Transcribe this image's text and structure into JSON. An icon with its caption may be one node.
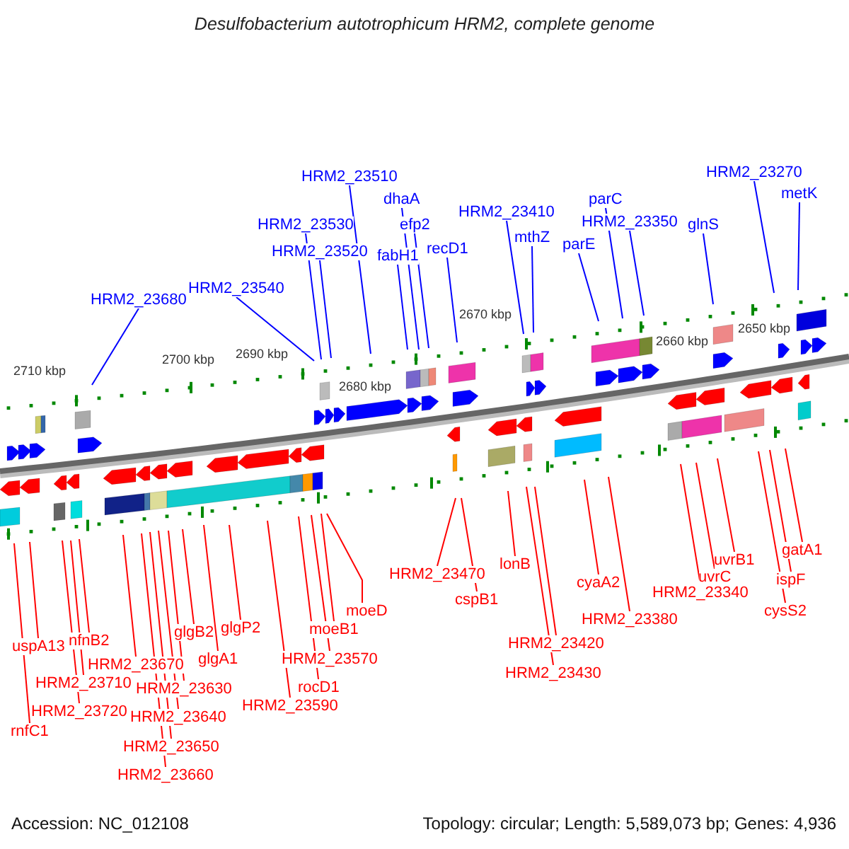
{
  "diagram": {
    "title": "Desulfobacterium autotrophicum HRM2, complete genome",
    "nodes": [
      {
        "text": [
          "HRM2_23680"
        ]
      },
      {
        "text": [
          "HRM2_23540"
        ]
      },
      {
        "text": [
          "HRM2_23530"
        ]
      },
      {
        "text": [
          "HRM2_23520"
        ]
      },
      {
        "text": [
          "HRM2_23510"
        ]
      },
      {
        "text": [
          "fabH1"
        ]
      },
      {
        "text": [
          "dhaA"
        ]
      },
      {
        "text": [
          "efp2"
        ]
      },
      {
        "text": [
          "recD1"
        ]
      },
      {
        "text": [
          "HRM2_23410"
        ]
      },
      {
        "text": [
          "mthZ"
        ]
      },
      {
        "text": [
          "parE"
        ]
      },
      {
        "text": [
          "parC"
        ]
      },
      {
        "text": [
          "HRM2_23350"
        ]
      },
      {
        "text": [
          "glnS"
        ]
      },
      {
        "text": [
          "HRM2_23270"
        ]
      },
      {
        "text": [
          "metK"
        ]
      },
      {
        "text": [
          "rnfC1"
        ]
      },
      {
        "text": [
          "uspA13"
        ]
      },
      {
        "text": [
          "HRM2_23720"
        ]
      },
      {
        "text": [
          "HRM2_23710"
        ]
      },
      {
        "text": [
          "nfnB2"
        ]
      },
      {
        "text": [
          "HRM2_23670"
        ]
      },
      {
        "text": [
          "HRM2_23660"
        ]
      },
      {
        "text": [
          "HRM2_23650"
        ]
      },
      {
        "text": [
          "HRM2_23640"
        ]
      },
      {
        "text": [
          "HRM2_23630"
        ]
      },
      {
        "text": [
          "glgB2"
        ]
      },
      {
        "text": [
          "glgA1"
        ]
      },
      {
        "text": [
          "glgP2"
        ]
      },
      {
        "text": [
          "HRM2_23590"
        ]
      },
      {
        "text": [
          "rocD1"
        ]
      },
      {
        "text": [
          "HRM2_23570"
        ]
      },
      {
        "text": [
          "moeB1"
        ]
      },
      {
        "text": [
          "moeD"
        ]
      },
      {
        "text": [
          "HRM2_23470"
        ]
      },
      {
        "text": [
          "cspB1"
        ]
      },
      {
        "text": [
          "lonB"
        ]
      },
      {
        "text": [
          "HRM2_23420"
        ]
      },
      {
        "text": [
          "HRM2_23430"
        ]
      },
      {
        "text": [
          "cyaA2"
        ]
      },
      {
        "text": [
          "HRM2_23380"
        ]
      },
      {
        "text": [
          "HRM2_23340"
        ]
      },
      {
        "text": [
          "uvrC"
        ]
      },
      {
        "text": [
          "uvrB1"
        ]
      },
      {
        "text": [
          "cysS2"
        ]
      },
      {
        "text": [
          "ispF"
        ]
      },
      {
        "text": [
          "gatA1"
        ]
      }
    ],
    "edges": [
      {
        "from": 0,
        "to": null,
        "arrow": "none",
        "color": "#0000ff"
      },
      {
        "from": 1,
        "to": null,
        "arrow": "none",
        "color": "#0000ff"
      },
      {
        "from": 2,
        "to": null,
        "arrow": "none",
        "color": "#0000ff"
      },
      {
        "from": 3,
        "to": null,
        "arrow": "none",
        "color": "#0000ff"
      },
      {
        "from": 4,
        "to": null,
        "arrow": "none",
        "color": "#0000ff"
      },
      {
        "from": 5,
        "to": null,
        "arrow": "none",
        "color": "#0000ff"
      },
      {
        "from": 6,
        "to": null,
        "arrow": "none",
        "color": "#0000ff"
      },
      {
        "from": 7,
        "to": null,
        "arrow": "none",
        "color": "#0000ff"
      },
      {
        "from": 8,
        "to": null,
        "arrow": "none",
        "color": "#0000ff"
      },
      {
        "from": 9,
        "to": null,
        "arrow": "none",
        "color": "#0000ff"
      },
      {
        "from": 10,
        "to": null,
        "arrow": "none",
        "color": "#0000ff"
      },
      {
        "from": 11,
        "to": null,
        "arrow": "none",
        "color": "#0000ff"
      },
      {
        "from": 12,
        "to": null,
        "arrow": "none",
        "color": "#0000ff"
      },
      {
        "from": 13,
        "to": null,
        "arrow": "none",
        "color": "#0000ff"
      },
      {
        "from": 14,
        "to": null,
        "arrow": "none",
        "color": "#0000ff"
      },
      {
        "from": 15,
        "to": null,
        "arrow": "none",
        "color": "#0000ff"
      },
      {
        "from": 16,
        "to": null,
        "arrow": "none",
        "color": "#0000ff"
      },
      {
        "from": 17,
        "to": null,
        "arrow": "none"
      },
      {
        "from": 18,
        "to": null,
        "arrow": "none"
      },
      {
        "from": 19,
        "to": null,
        "arrow": "none"
      },
      {
        "from": 20,
        "to": null,
        "arrow": "none"
      },
      {
        "from": 21,
        "to": null,
        "arrow": "none"
      },
      {
        "from": 22,
        "to": null,
        "arrow": "none"
      },
      {
        "from": 23,
        "to": null,
        "arrow": "none"
      },
      {
        "from": 24,
        "to": null,
        "arrow": "none"
      },
      {
        "from": 25,
        "to": null,
        "arrow": "none"
      },
      {
        "from": 26,
        "to": null,
        "arrow": "none"
      },
      {
        "from": 27,
        "to": null,
        "arrow": "none"
      },
      {
        "from": 28,
        "to": null,
        "arrow": "none"
      },
      {
        "from": 29,
        "to": null,
        "arrow": "none"
      },
      {
        "from": 30,
        "to": null,
        "arrow": "none"
      },
      {
        "from": 31,
        "to": null,
        "arrow": "none"
      },
      {
        "from": 32,
        "to": null,
        "arrow": "none"
      },
      {
        "from": 33,
        "to": null,
        "arrow": "none"
      },
      {
        "from": 34,
        "to": null,
        "arrow": "none"
      },
      {
        "from": 35,
        "to": null,
        "arrow": "none"
      },
      {
        "from": 36,
        "to": null,
        "arrow": "none"
      },
      {
        "from": 37,
        "to": null,
        "arrow": "none"
      },
      {
        "from": 38,
        "to": null,
        "arrow": "none"
      },
      {
        "from": 39,
        "to": null,
        "arrow": "none"
      },
      {
        "from": 40,
        "to": null,
        "arrow": "none"
      },
      {
        "from": 41,
        "to": null,
        "arrow": "none"
      },
      {
        "from": 42,
        "to": null,
        "arrow": "none"
      },
      {
        "from": 43,
        "to": null,
        "arrow": "none"
      },
      {
        "from": 44,
        "to": null,
        "arrow": "none"
      },
      {
        "from": 45,
        "to": null,
        "arrow": "none"
      },
      {
        "from": 46,
        "to": null,
        "arrow": "none"
      },
      {
        "from": 47,
        "to": null,
        "arrow": "none"
      }
    ],
    "labels": [
      "2650 kbp",
      "2660 kbp",
      "2670 kbp",
      "2680 kbp",
      "2690 kbp",
      "2700 kbp",
      "2710 kbp",
      "Accession: NC_012108",
      "Topology: circular; Length: 5,589,073 bp; Genes: 4,936"
    ]
  }
}
